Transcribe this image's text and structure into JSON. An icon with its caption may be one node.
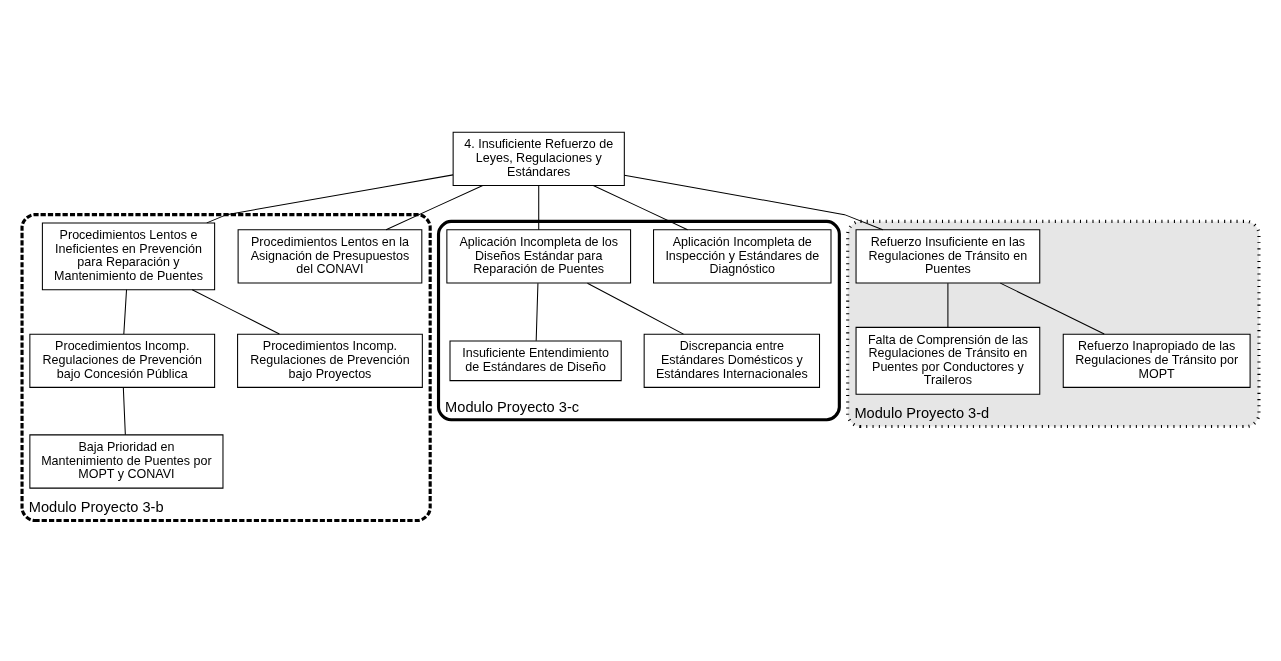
{
  "diagram": {
    "nodes": [
      {
        "text": [
          "Modulo Proyecto 3-b"
        ]
      },
      {
        "text": [
          "4. Insuficiente Refuerzo de Leyes, Regulaciones y Estándares"
        ]
      },
      {
        "text": [
          "Modulo Proyecto 3-c"
        ]
      },
      {
        "text": [
          "Procedimientos Lentos e Ineficientes en Prevención para Reparación y Mantenimiento de Puentes"
        ],
        "in": 0
      },
      {
        "text": [
          "Procedimientos Lentos en la Asignación de Presupuestos del CONAVI"
        ],
        "in": 0
      },
      {
        "text": [
          "Aplicación Incompleta de los Diseños Estándar para Reparación de Puentes"
        ],
        "in": 2
      },
      {
        "text": [
          "Aplicación Incompleta de Inspección y Estándares de Diagnóstico"
        ],
        "in": 2
      },
      {
        "text": [
          "Modulo Proyecto 3-d"
        ]
      },
      {
        "text": [
          "Refuerzo Insuficiente en las Regulaciones de Tránsito en Puentes"
        ],
        "in": 7
      },
      {
        "text": [
          "Procedimientos Incomp. Regulaciones de Prevención bajo Concesión Pública"
        ],
        "in": 0
      },
      {
        "text": [
          "Procedimientos Incomp. Regulaciones de Prevención bajo Proyectos"
        ],
        "in": 0
      },
      {
        "text": [
          "Insuficiente Entendimiento de Estándares de Diseño"
        ],
        "in": 2
      },
      {
        "text": [
          "Discrepancia entre Estándares Domésticos y Estándares Internacionales"
        ],
        "in": 2
      },
      {
        "text": [
          "Baja Prioridad en Mantenimiento de Puentes por MOPT y CONAVI"
        ],
        "in": 0
      },
      {
        "text": [
          "Falta de Comprensión de las Regulaciones de Tránsito en Puentes por Conductores y Traileros"
        ],
        "in": 7
      },
      {
        "text": [
          "Refuerzo Inapropiado de las Regulaciones de Tránsito por MOPT"
        ],
        "in": 7
      }
    ],
    "edges": [
      {
        "from": 1,
        "to": 3,
        "arrow": "none"
      },
      {
        "from": 1,
        "to": 4,
        "arrow": "none"
      },
      {
        "from": 1,
        "to": 5,
        "arrow": "none"
      },
      {
        "from": 1,
        "to": 6,
        "arrow": "none"
      },
      {
        "from": 1,
        "to": 8,
        "arrow": "none"
      },
      {
        "from": 3,
        "to": 9,
        "arrow": "none"
      },
      {
        "from": 3,
        "to": 10,
        "arrow": "none"
      },
      {
        "from": 5,
        "to": 11,
        "arrow": "none"
      },
      {
        "from": 5,
        "to": 12,
        "arrow": "none"
      },
      {
        "from": 9,
        "to": 13,
        "arrow": "none"
      },
      {
        "from": 8,
        "to": 14,
        "arrow": "none"
      },
      {
        "from": 8,
        "to": 15,
        "arrow": "none"
      }
    ]
  }
}
